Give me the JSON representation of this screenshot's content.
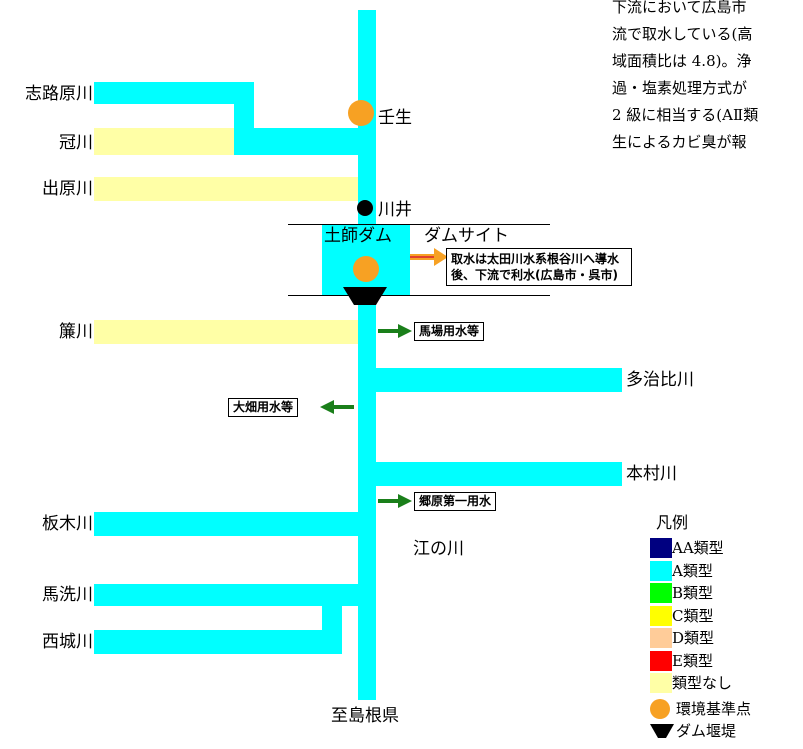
{
  "header_text": {
    "line1": "下流において広島市",
    "line2": "流で取水している(高",
    "line3": "域面積比は 4.8)。浄",
    "line4": "過・塩素処理方式が",
    "line5": "2 級に相当する(AⅡ類",
    "line6": "生によるカビ臭が報"
  },
  "places": {
    "mibu": "壬生",
    "kawai": "川井",
    "dam": "土師ダム",
    "damsite": "ダムサイト",
    "prefecture": "至島根県",
    "gonokawa": "江の川"
  },
  "tributaries": {
    "shijibara": "志路原川",
    "kamuri": "冠川",
    "izuhara": "出原川",
    "sudare": "簾川",
    "tajihi": "多治比川",
    "motomura": "本村川",
    "itaki": "板木川",
    "araikawa": "馬洗川",
    "saijo": "西城川"
  },
  "intakes": {
    "dam_intake_line1": "取水は太田川水系根谷川へ導水",
    "dam_intake_line2": "後、下流で利水(広島市・呉市)",
    "baba": "馬場用水等",
    "ohata": "大畑用水等",
    "gohara": "郷原第一用水"
  },
  "legend": {
    "title": "凡例",
    "items": [
      {
        "label": "AA類型",
        "color": "#000080"
      },
      {
        "label": "A類型",
        "color": "#00FFFF"
      },
      {
        "label": "B類型",
        "color": "#00FF00"
      },
      {
        "label": "C類型",
        "color": "#FFFF00"
      },
      {
        "label": "D類型",
        "color": "#FFCC99"
      },
      {
        "label": "E類型",
        "color": "#FF0000"
      },
      {
        "label": "類型なし",
        "color": "#FFFFA6"
      }
    ],
    "station_label": "環境基準点",
    "station_color": "#F7A123",
    "weir_label": "ダム堰堤"
  }
}
